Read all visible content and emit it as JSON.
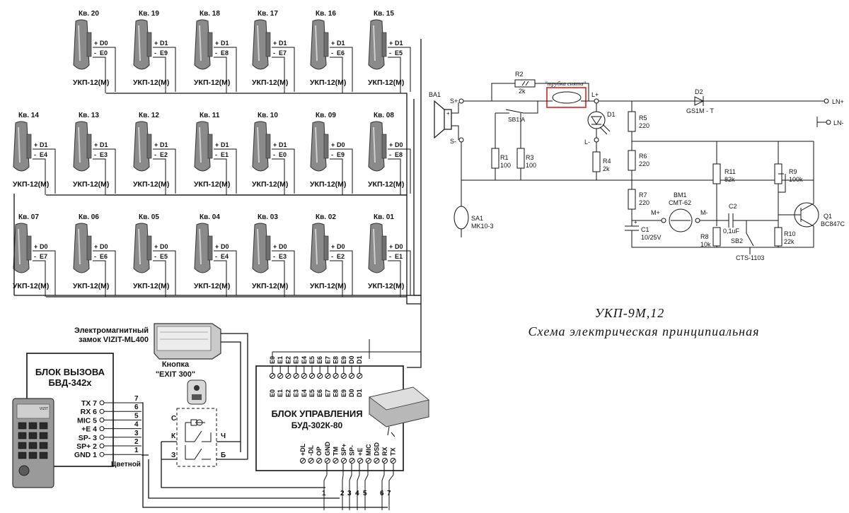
{
  "handsets": {
    "model": "УКП-12(М)",
    "rows": [
      [
        {
          "apt": "Кв. 20",
          "term1": "D0",
          "term2": "E0"
        },
        {
          "apt": "Кв. 19",
          "term1": "D1",
          "term2": "E9"
        },
        {
          "apt": "Кв. 18",
          "term1": "D1",
          "term2": "E8"
        },
        {
          "apt": "Кв. 17",
          "term1": "D1",
          "term2": "E7"
        },
        {
          "apt": "Кв. 16",
          "term1": "D1",
          "term2": "E6"
        },
        {
          "apt": "Кв. 15",
          "term1": "D1",
          "term2": "E5"
        }
      ],
      [
        {
          "apt": "Кв. 14",
          "term1": "D1",
          "term2": "E4"
        },
        {
          "apt": "Кв. 13",
          "term1": "D1",
          "term2": "E3"
        },
        {
          "apt": "Кв. 12",
          "term1": "D1",
          "term2": "E2"
        },
        {
          "apt": "Кв. 11",
          "term1": "D1",
          "term2": "E1"
        },
        {
          "apt": "Кв. 10",
          "term1": "D1",
          "term2": "E0"
        },
        {
          "apt": "Кв. 09",
          "term1": "D0",
          "term2": "E9"
        },
        {
          "apt": "Кв. 08",
          "term1": "D0",
          "term2": "E8"
        }
      ],
      [
        {
          "apt": "Кв. 07",
          "term1": "D0",
          "term2": "E7"
        },
        {
          "apt": "Кв. 06",
          "term1": "D0",
          "term2": "E6"
        },
        {
          "apt": "Кв. 05",
          "term1": "D0",
          "term2": "E5"
        },
        {
          "apt": "Кв. 04",
          "term1": "D0",
          "term2": "E4"
        },
        {
          "apt": "Кв. 03",
          "term1": "D0",
          "term2": "E3"
        },
        {
          "apt": "Кв. 02",
          "term1": "D0",
          "term2": "E2"
        },
        {
          "apt": "Кв. 01",
          "term1": "D0",
          "term2": "E1"
        }
      ]
    ]
  },
  "lock": {
    "line1": "Электромагнитный",
    "line2": "замок VIZIT-ML400"
  },
  "button": {
    "line1": "Кнопка",
    "line2": "\"EXIT 300\"",
    "c": "С",
    "k": "К",
    "ch": "Ч",
    "z": "З",
    "b": "Б"
  },
  "call_block": {
    "title1": "БЛОК ВЫЗОВА",
    "title2": "БВД-342х",
    "pins": [
      "TX 7",
      "RX 6",
      "MIC 5",
      "+E 4",
      "SP- 3",
      "SP+ 2",
      "GND 1"
    ],
    "wire_numbers": [
      "7",
      "6",
      "5",
      "4",
      "3",
      "2",
      "1"
    ],
    "color_note": "Цветной",
    "panel_brand": "VIZIT"
  },
  "control_block": {
    "title1": "БЛОК УПРАВЛЕНИЯ",
    "title2": "БУД-302К-80",
    "top_terminals": [
      "E0",
      "E1",
      "E2",
      "E3",
      "E4",
      "E5",
      "E6",
      "E7",
      "E8",
      "E9",
      "D0",
      "D1"
    ],
    "bottom_terminals": [
      "+DL",
      "-DL",
      "OP",
      "GND",
      "TM",
      "SP+",
      "SP-",
      "+E",
      "MIC",
      "DSD",
      "RX",
      "TX"
    ],
    "bus_numbers": [
      "1",
      "2",
      "3",
      "4",
      "5",
      "6",
      "7"
    ]
  },
  "schematic": {
    "ba1": "BA1",
    "s_plus": "S+",
    "s_minus": "S-",
    "r2": "R2",
    "r2_val": "2k",
    "hook_note": "\"трубка снята\"",
    "sb1": "SB1:A",
    "l_plus": "L+",
    "l_minus": "L-",
    "d1": "D1",
    "d2": "D2",
    "d2_val": "GS1M - T",
    "ln_plus": "LN+",
    "ln_minus": "LN-",
    "r1": "R1",
    "r1_val": "100",
    "r3": "R3",
    "r3_val": "100",
    "r4": "R4",
    "r4_val": "2k",
    "r5": "R5",
    "r5_val": "220",
    "r6": "R6",
    "r6_val": "220",
    "r7": "R7",
    "r7_val": "220",
    "r8": "R8",
    "r8_val": "10k",
    "r9": "R9",
    "r9_val": "100k",
    "r10": "R10",
    "r10_val": "22k",
    "r11": "R11",
    "r11_val": "82k",
    "c1": "C1",
    "c1_val": "10/25V",
    "c2": "C2",
    "c2_val": "0,1uF",
    "bm1": "BM1",
    "bm1_val": "CMT-62",
    "m_plus": "M+",
    "m_minus": "M-",
    "sb2": "SB2",
    "sb2_val": "CTS-1103",
    "sa1": "SA1",
    "sa1_val": "MK10-3",
    "q1": "Q1",
    "q1_val": "BC847C"
  },
  "caption": {
    "line1": "УКП-9М,12",
    "line2": "Схема электрическая принципиальная"
  },
  "colors": {
    "ink": "#111111",
    "highlight": "#e02020",
    "handset": "#8a8a8a"
  }
}
